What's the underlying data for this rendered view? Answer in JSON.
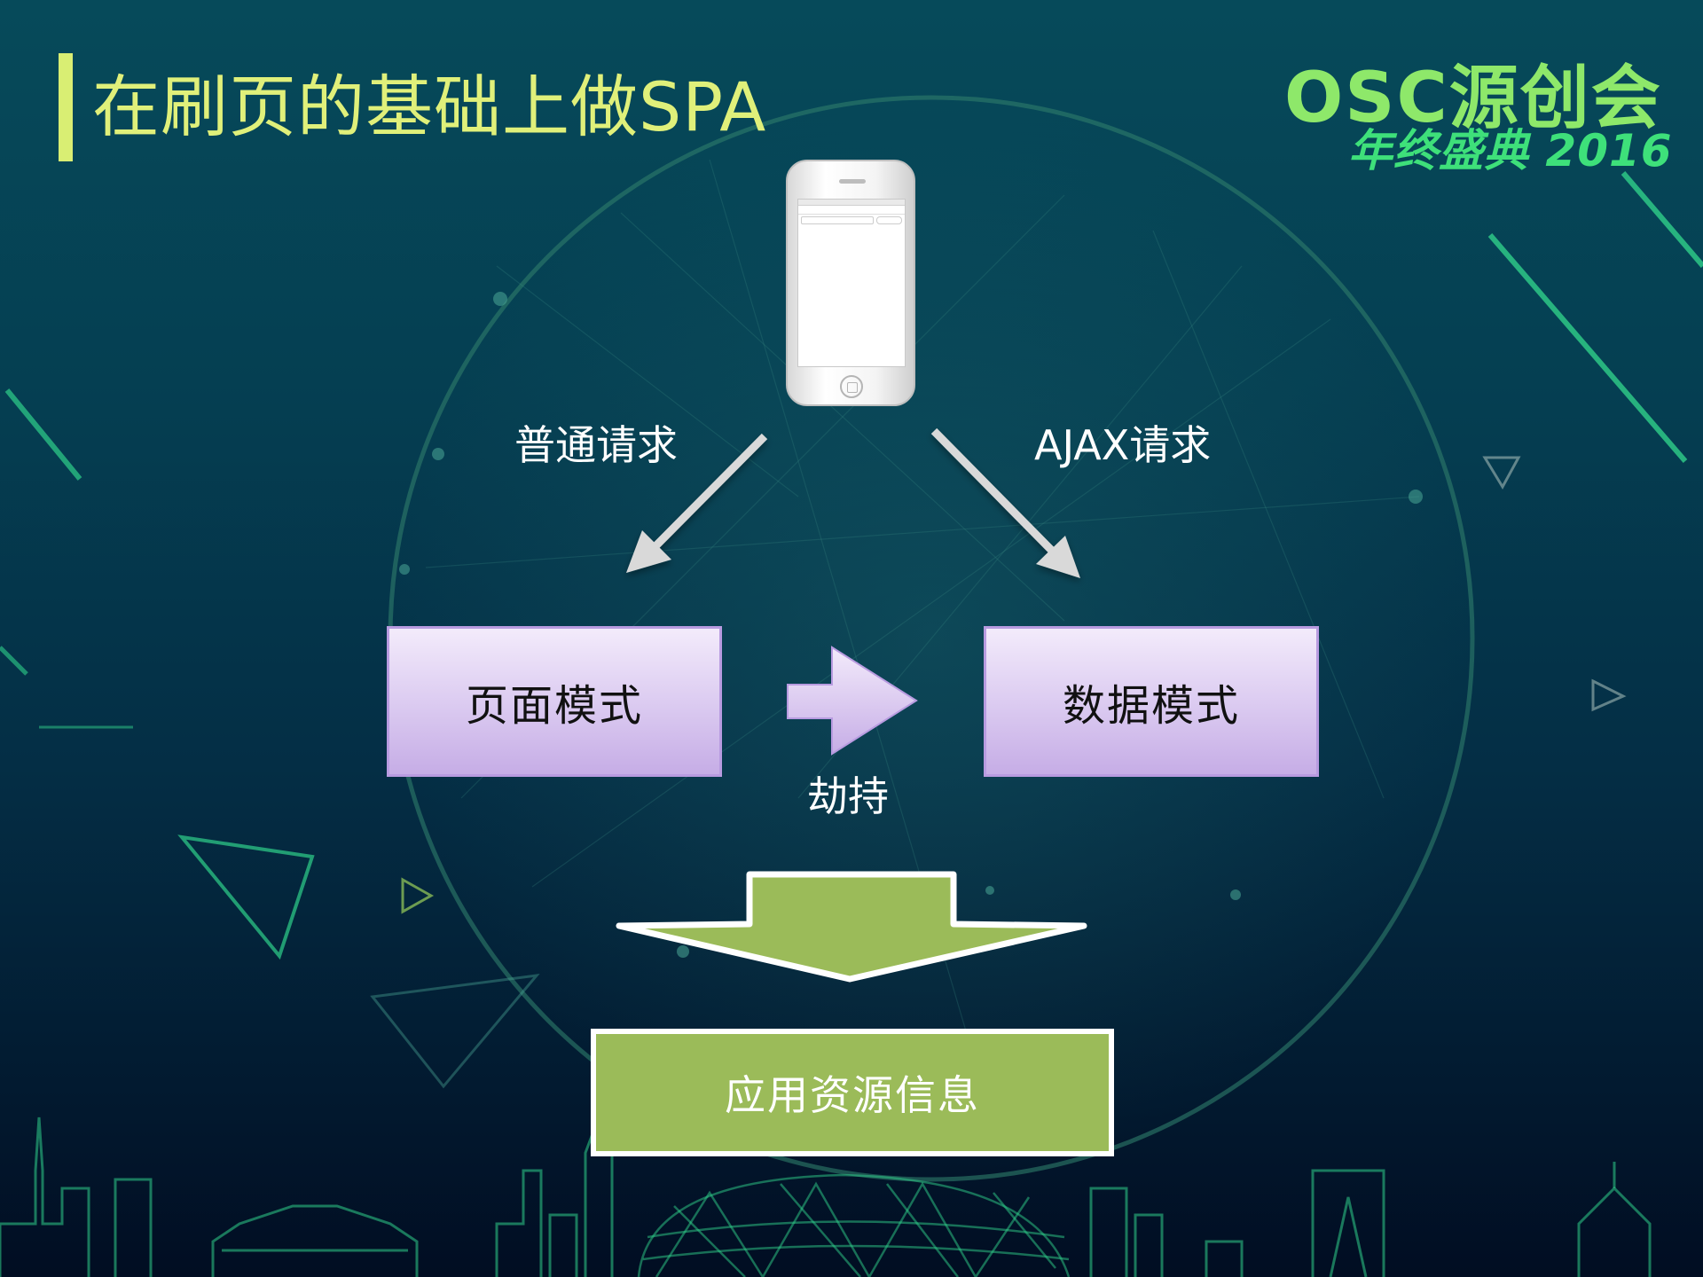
{
  "slide": {
    "title": "在刷页的基础上做SPA",
    "logo": {
      "brand": "OSC源创会",
      "subtitle": "年终盛典 2016"
    }
  },
  "diagram": {
    "phone_icon": "smartphone-icon",
    "labels": {
      "normal_request": "普通请求",
      "ajax_request": "AJAX请求",
      "hijack": "劫持"
    },
    "nodes": {
      "page_mode": "页面模式",
      "data_mode": "数据模式",
      "result": "应用资源信息"
    }
  },
  "colors": {
    "title": "#e0f07a",
    "title_bar": "#d9ee73",
    "mode_box": "#dac9f0",
    "result_box": "#9bbb59",
    "arrow_gray": "#d9d9d9",
    "logo_green": "#8ee86a"
  }
}
